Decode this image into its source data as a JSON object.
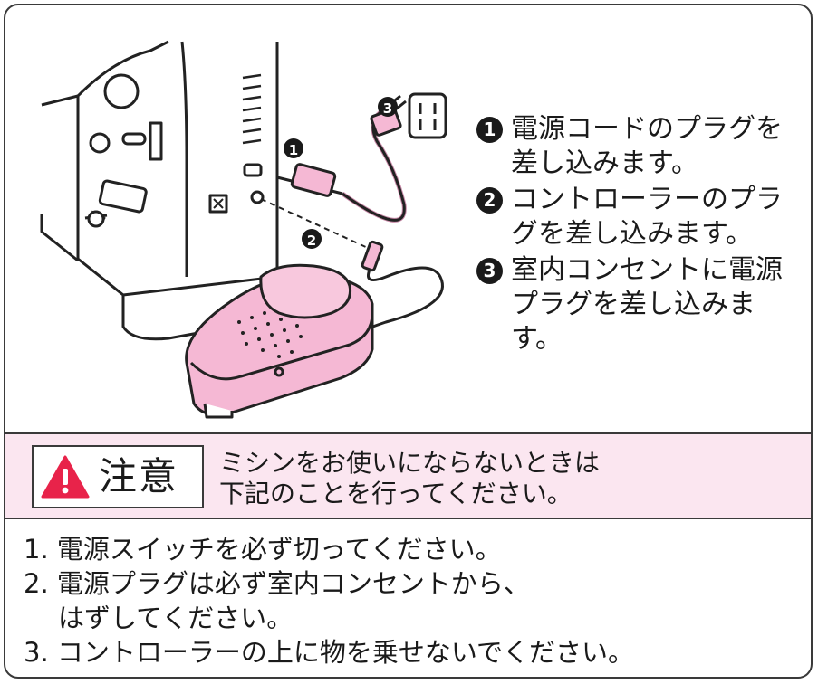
{
  "steps": [
    {
      "num": "1",
      "text": "電源コードのプラグを差し込みます。"
    },
    {
      "num": "2",
      "text": "コントローラーのプラグを差し込みます。"
    },
    {
      "num": "3",
      "text": "室内コンセントに電源プラグを差し込みます。"
    }
  ],
  "callouts": [
    "1",
    "2",
    "3"
  ],
  "caution": {
    "word": "注意",
    "icon": "warning-triangle-icon",
    "lead_line1": "ミシンをお使いにならないときは",
    "lead_line2": "下記のことを行ってください。"
  },
  "rules": [
    {
      "line1": "1. 電源スイッチを必ず切ってください。"
    },
    {
      "line1": "2. 電源プラグは必ず室内コンセントから、",
      "line2": "はずしてください。"
    },
    {
      "line1": "3. コントローラーの上に物を乗せないでください。"
    }
  ],
  "colors": {
    "pedal_pink": "#f5b8d4",
    "band_pink": "#fbe6f0",
    "warning_red": "#e8234a",
    "ink": "#1a1a1a"
  }
}
